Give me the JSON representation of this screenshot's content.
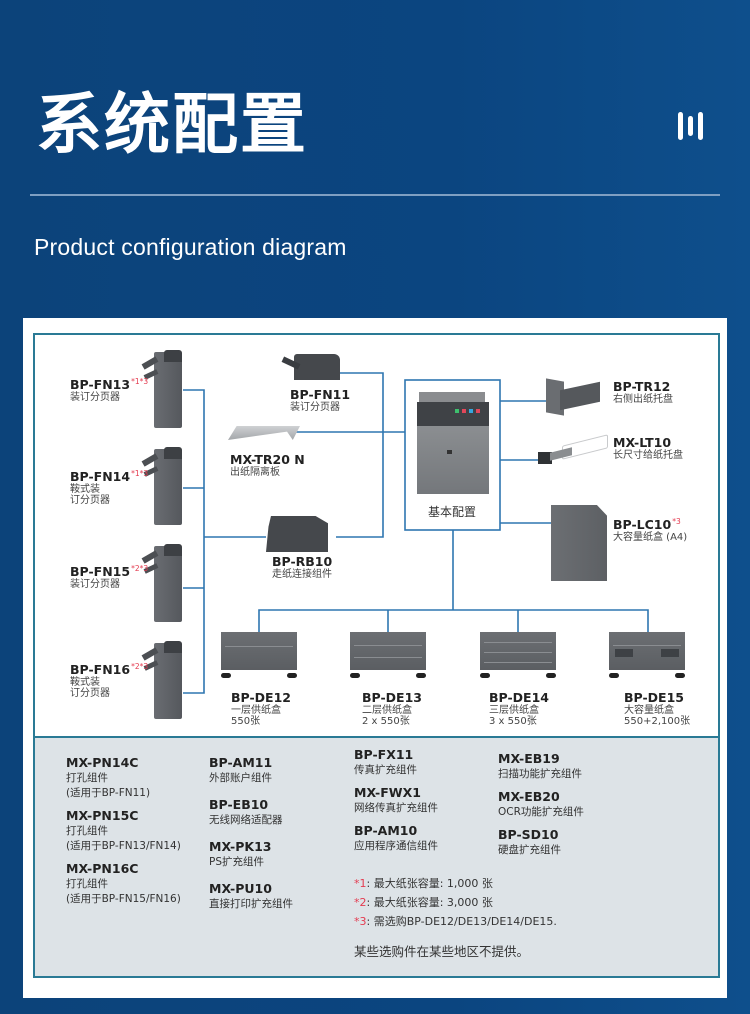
{
  "header": {
    "title": "系统配置",
    "subtitle": "Product configuration diagram",
    "menu_icon": "bars-icon"
  },
  "colors": {
    "background": "#0c437a",
    "frame_border": "#2a7a95",
    "connector": "#2e76b0",
    "note_marker": "#e43b50",
    "notes_bg": "#dde3e7"
  },
  "diagram": {
    "base": {
      "label": "基本配置"
    },
    "left_finishers": [
      {
        "model": "BP-FN13",
        "notes": "*1*3",
        "desc": [
          "装订分页器"
        ]
      },
      {
        "model": "BP-FN14",
        "notes": "*1*3",
        "desc": [
          "鞍式装",
          "订分页器"
        ]
      },
      {
        "model": "BP-FN15",
        "notes": "*2*3",
        "desc": [
          "装订分页器"
        ]
      },
      {
        "model": "BP-FN16",
        "notes": "*2*3",
        "desc": [
          "鞍式装",
          "订分页器"
        ]
      }
    ],
    "middle_options": [
      {
        "model": "BP-FN11",
        "desc": "装订分页器"
      },
      {
        "model": "MX-TR20 N",
        "desc": "出纸隔离板"
      },
      {
        "model": "BP-RB10",
        "desc": "走纸连接组件"
      }
    ],
    "right_options": [
      {
        "model": "BP-TR12",
        "notes": "",
        "desc": "右侧出纸托盘"
      },
      {
        "model": "MX-LT10",
        "notes": "",
        "desc": "长尺寸给纸托盘"
      },
      {
        "model": "BP-LC10",
        "notes": "*3",
        "desc": "大容量纸盒 (A4)"
      }
    ],
    "paper_drawers": [
      {
        "model": "BP-DE12",
        "desc": "一层供纸盒",
        "capacity": "550张"
      },
      {
        "model": "BP-DE13",
        "desc": "二层供纸盒",
        "capacity": "2 x 550张"
      },
      {
        "model": "BP-DE14",
        "desc": "三层供纸盒",
        "capacity": "3 x 550张"
      },
      {
        "model": "BP-DE15",
        "desc": "大容量纸盒",
        "capacity": "550+2,100张"
      }
    ]
  },
  "accessories": {
    "col1": [
      {
        "model": "MX-PN14C",
        "desc": "打孔组件",
        "note": "(适用于BP-FN11)"
      },
      {
        "model": "MX-PN15C",
        "desc": "打孔组件",
        "note": "(适用于BP-FN13/FN14)"
      },
      {
        "model": "MX-PN16C",
        "desc": "打孔组件",
        "note": "(适用于BP-FN15/FN16)"
      }
    ],
    "col2": [
      {
        "model": "BP-AM11",
        "desc": "外部账户组件"
      },
      {
        "model": "BP-EB10",
        "desc": "无线网络适配器"
      },
      {
        "model": "MX-PK13",
        "desc": "PS扩充组件"
      },
      {
        "model": "MX-PU10",
        "desc": "直接打印扩充组件"
      }
    ],
    "col3": [
      {
        "model": "BP-FX11",
        "desc": "传真扩充组件"
      },
      {
        "model": "MX-FWX1",
        "desc": "网络传真扩充组件"
      },
      {
        "model": "BP-AM10",
        "desc": "应用程序通信组件"
      }
    ],
    "col4": [
      {
        "model": "MX-EB19",
        "desc": "扫描功能扩充组件"
      },
      {
        "model": "MX-EB20",
        "desc": "OCR功能扩充组件"
      },
      {
        "model": "BP-SD10",
        "desc": "硬盘扩充组件"
      }
    ]
  },
  "footnotes": [
    {
      "marker": "*1",
      "text": ": 最大纸张容量: 1,000 张"
    },
    {
      "marker": "*2",
      "text": ": 最大纸张容量: 3,000 张"
    },
    {
      "marker": "*3",
      "text": ": 需选购BP-DE12/DE13/DE14/DE15."
    }
  ],
  "disclaimer": "某些选购件在某些地区不提供。"
}
